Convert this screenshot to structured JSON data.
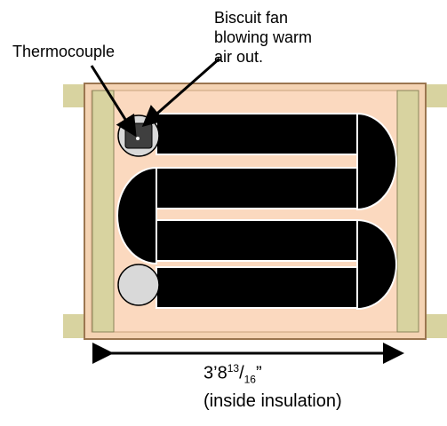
{
  "labels": {
    "thermocouple": "Thermocouple",
    "fan_line1": "Biscuit fan",
    "fan_line2": "blowing warm",
    "fan_line3": "air out.",
    "dimension_feet": "3’8",
    "dimension_num": "13",
    "dimension_sep": "/",
    "dimension_den": "16",
    "dimension_inch": "”",
    "dimension_note": "(inside insulation)"
  },
  "colors": {
    "insulation": "#fbd9bf",
    "frame_edge": "#b98a5e",
    "stud": "#d8d3a0",
    "heater": "#000000",
    "fan_circle": "#d9d9d9",
    "fan_box": "#3f3f3f"
  }
}
